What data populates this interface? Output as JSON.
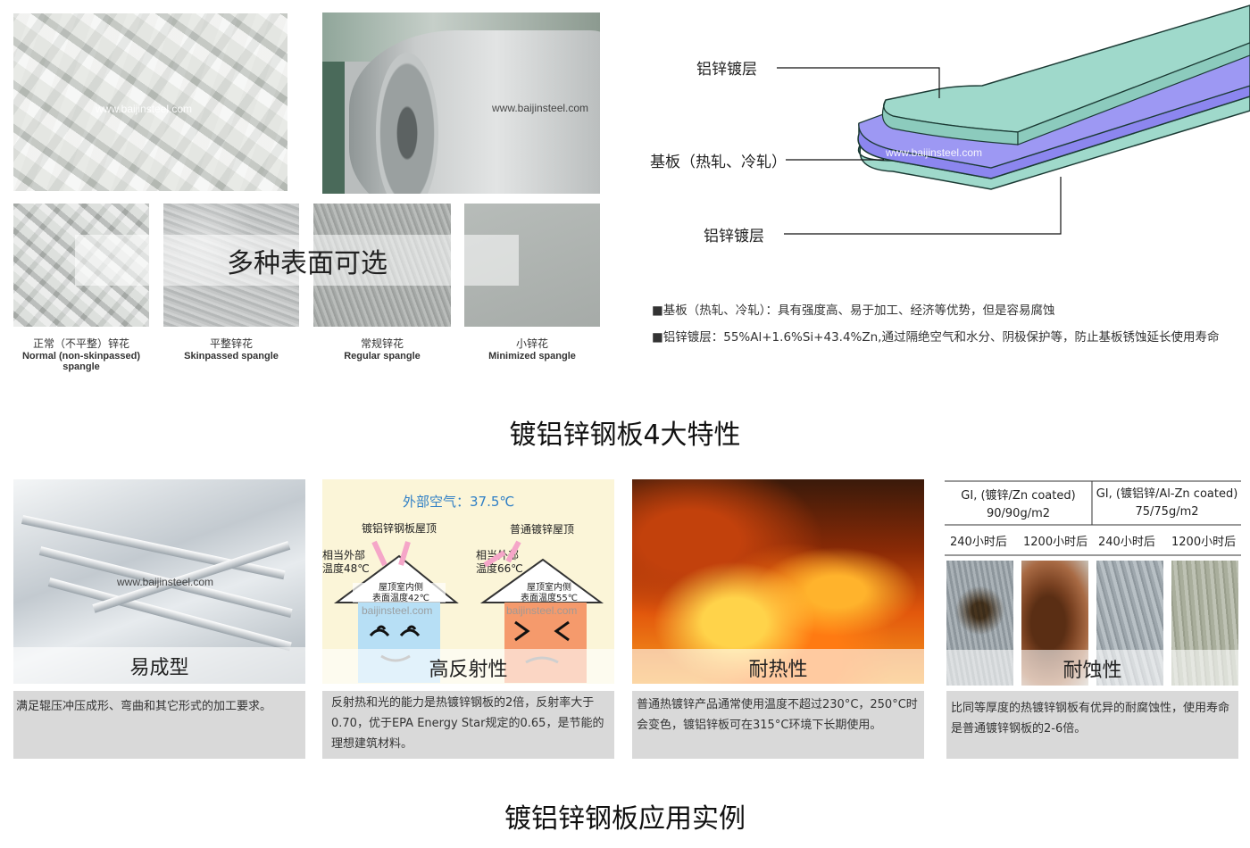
{
  "top": {
    "watermark": "www.baijinsteel.com",
    "overlay_title": "多种表面可选",
    "spangles": [
      {
        "cn": "正常（不平整）锌花",
        "en": "Normal (non-skinpassed) spangle"
      },
      {
        "cn": "平整锌花",
        "en": "Skinpassed spangle"
      },
      {
        "cn": "常规锌花",
        "en": "Regular  spangle"
      },
      {
        "cn": "小锌花",
        "en": "Minimized spangle"
      }
    ]
  },
  "diagram": {
    "label_top": "铝锌镀层",
    "label_mid": "基板（热轧、冷轧）",
    "label_bottom": "铝锌镀层",
    "watermark": "www.baijinsteel.com",
    "bullets": [
      "■基板（热轧、冷轧）：具有强度高、易于加工、经济等优势，但是容易腐蚀",
      "■铝锌镀层：55%Al+1.6%Si+43.4%Zn,通过隔绝空气和水分、阴极保护等，防止基板锈蚀延长使用寿命"
    ]
  },
  "section1_title": "镀铝锌钢板4大特性",
  "features": [
    {
      "title": "易成型",
      "desc": "满足辊压冲压成形、弯曲和其它形式的加工要求。",
      "watermark": "www.baijinsteel.com"
    },
    {
      "title": "高反射性",
      "desc": "反射热和光的能力是热镀锌钢板的2倍，反射率大于0.70，优于EPA  Energy  Star规定的0.65，是节能的理想建筑材料。"
    },
    {
      "title": "耐热性",
      "desc": "普通热镀锌产品通常使用温度不超过230°C，250°C时会变色，镀铝锌板可在315°C环境下长期使用。"
    },
    {
      "title": "耐蚀性",
      "desc": "比同等厚度的热镀锌钢板有优异的耐腐蚀性，使用寿命是普通镀锌钢板的2-6倍。"
    }
  ],
  "reflect_fig": {
    "outside_air": "外部空气：37.5℃",
    "roof_al": "镀铝锌钢板屋顶",
    "roof_gi": "普通镀锌屋顶",
    "ext_al": "相当外部\n温度48℃",
    "ext_gi": "相当外部\n温度66℃",
    "int_al": "屋顶室内侧\n表面温度42℃",
    "int_gi": "屋顶室内侧\n表面温度55℃",
    "watermark": "baijinsteel.com"
  },
  "corrosion_table": {
    "headers": [
      "GI, (镀锌/Zn coated)\n90/90g/m2",
      "GI, (镀铝锌/Al-Zn coated)\n75/75g/m2"
    ],
    "times": [
      "240小时后",
      "1200小时后",
      "240小时后",
      "1200小时后"
    ]
  },
  "section2_title": "镀铝锌钢板应用实例"
}
